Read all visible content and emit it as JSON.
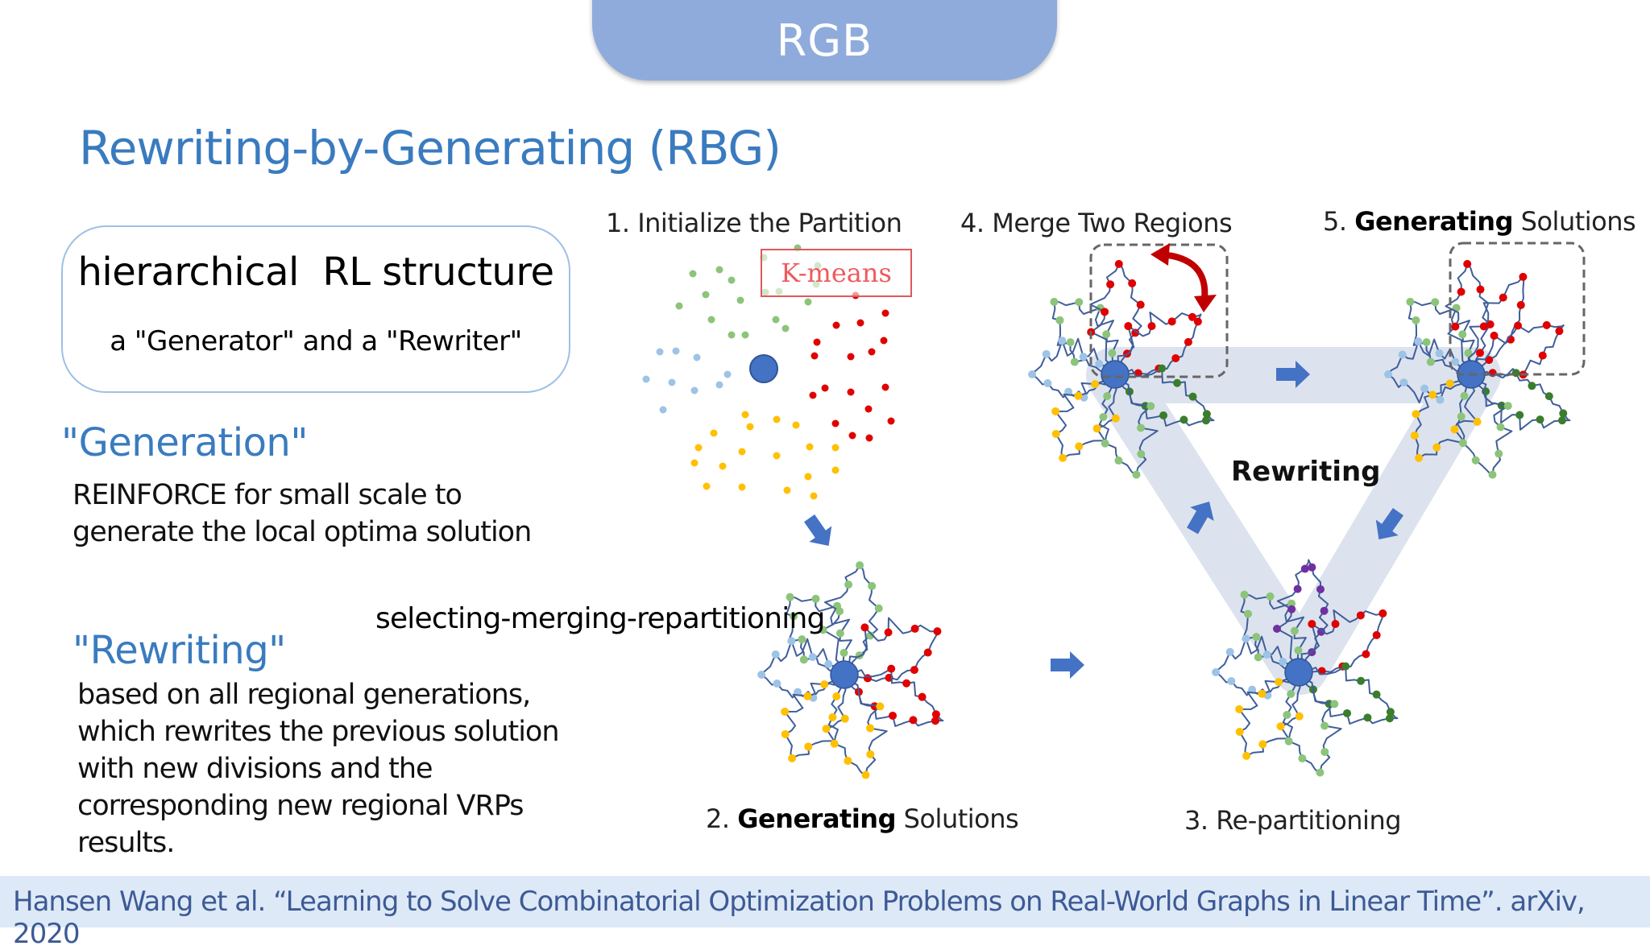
{
  "header": {
    "tab_label": "RGB"
  },
  "slide": {
    "title": "Rewriting-by-Generating (RBG)",
    "box": {
      "heading": "hierarchical  RL structure",
      "subtext": "a \"Generator\" and a \"Rewriter\""
    },
    "generation": {
      "heading": "\"Generation\"",
      "lines": [
        "REINFORCE for small scale to",
        "generate the local optima solution"
      ]
    },
    "middle_label": "selecting-merging-repartitioning",
    "rewriting": {
      "heading": "\"Rewriting\"",
      "lines": [
        "based on all regional generations,",
        "which rewrites the previous solution",
        "with new divisions and the",
        "corresponding new regional VRPs",
        "results."
      ]
    }
  },
  "diagram": {
    "steps": [
      {
        "number": "1.",
        "bold": "",
        "text": "Initialize the Partition"
      },
      {
        "number": "2.",
        "bold": "Generating",
        "text": " Solutions"
      },
      {
        "number": "3.",
        "bold": "",
        "text": "Re-partitioning"
      },
      {
        "number": "4.",
        "bold": "",
        "text": "Merge Two Regions"
      },
      {
        "number": "5.",
        "bold": "Generating",
        "text": " Solutions"
      }
    ],
    "kmeans_label": "K-means",
    "cycle_label": "Rewriting",
    "colors": {
      "depot": "#4472c4",
      "route": "#3f5e9a",
      "green": "#8cc47a",
      "dark_green": "#3a7d2c",
      "blue": "#9dc3e6",
      "yellow": "#ffc000",
      "red": "#e00000",
      "purple": "#7030a0",
      "arrow": "#4472c4",
      "band": "#dce3ee",
      "merge_arrow": "#c00000"
    }
  },
  "footer": {
    "citation": "Hansen Wang et al. “Learning to Solve Combinatorial Optimization Problems on Real-World Graphs in Linear Time”. arXiv, 2020"
  }
}
